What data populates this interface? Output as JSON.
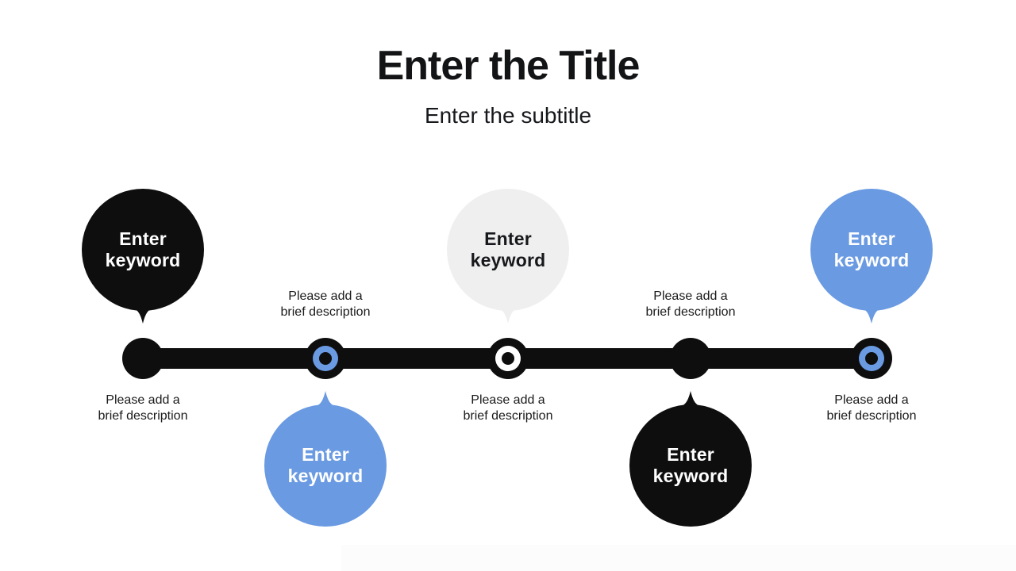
{
  "colors": {
    "black": "#0E0E0E",
    "blue": "#6A9AE2",
    "gray": "#EFEFEF",
    "text": "#1A1A1A",
    "background": "#FFFFFF"
  },
  "slide": {
    "title": "Enter the Title",
    "subtitle": "Enter the subtitle"
  },
  "timeline": {
    "milestones": [
      {
        "keyword": "Enter keyword",
        "description": "Please add a brief description",
        "bubble_variant": "black",
        "bubble_position": "above",
        "node_variant": "solid-black"
      },
      {
        "keyword": "Enter keyword",
        "description": "Please add a brief description",
        "bubble_variant": "blue",
        "bubble_position": "below",
        "node_variant": "ring-blue"
      },
      {
        "keyword": "Enter keyword",
        "description": "Please add a brief description",
        "bubble_variant": "gray",
        "bubble_position": "above",
        "node_variant": "ring-white"
      },
      {
        "keyword": "Enter keyword",
        "description": "Please add a brief description",
        "bubble_variant": "black",
        "bubble_position": "below",
        "node_variant": "solid-black"
      },
      {
        "keyword": "Enter keyword",
        "description": "Please add a brief description",
        "bubble_variant": "blue",
        "bubble_position": "above",
        "node_variant": "ring-blue"
      }
    ]
  }
}
